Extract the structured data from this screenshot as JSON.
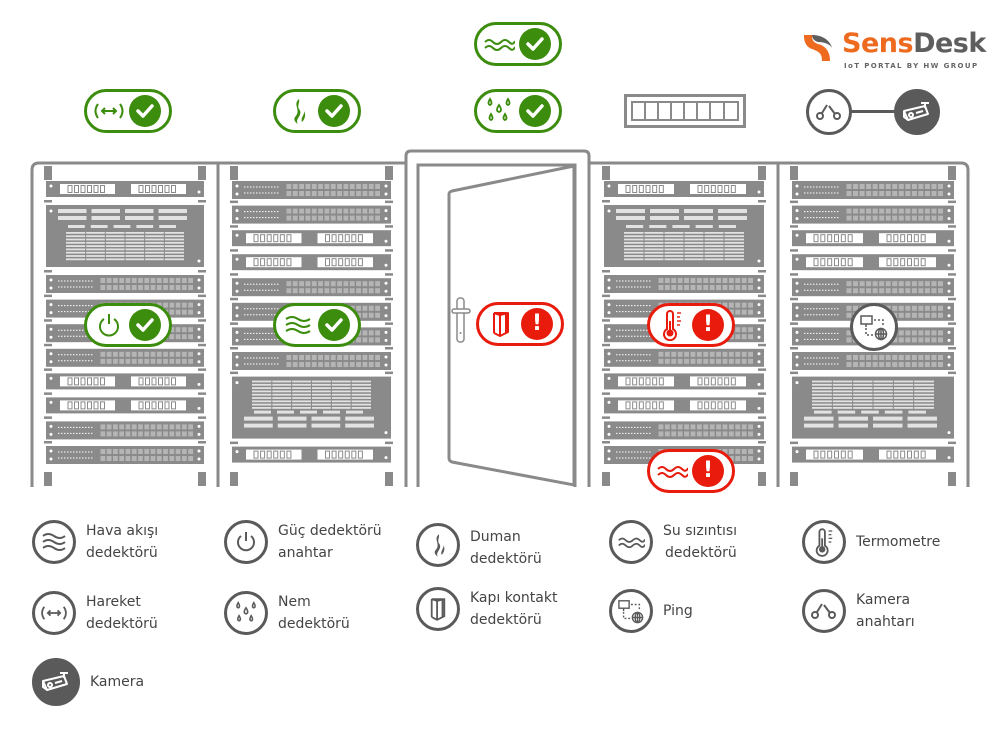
{
  "logo": {
    "name_part1": "Sens",
    "name_part2": "Desk",
    "tagline": "IoT PORTAL BY HW GROUP",
    "brand_color": "#ee6a1f"
  },
  "colors": {
    "ok": "#3c8c0e",
    "alert": "#e81b0d",
    "rack_gray": "#8a8a8a",
    "icon_gray": "#5a5a5a"
  },
  "top_sensors": [
    {
      "id": "motion",
      "icon": "motion-icon",
      "status": "ok"
    },
    {
      "id": "smoke",
      "icon": "smoke-icon",
      "status": "ok"
    },
    {
      "id": "water-leak",
      "icon": "water-leak-icon",
      "status": "ok"
    },
    {
      "id": "humidity",
      "icon": "humidity-icon",
      "status": "ok"
    },
    {
      "id": "camera-switch",
      "icon": "camera-switch-icon",
      "status": "connected",
      "linked_to": "camera"
    }
  ],
  "rack_sensors": [
    {
      "id": "power",
      "location": "rack-1",
      "icon": "power-icon",
      "status": "ok"
    },
    {
      "id": "airflow",
      "location": "rack-2",
      "icon": "airflow-icon",
      "status": "ok"
    },
    {
      "id": "door-contact",
      "location": "door",
      "icon": "door-icon",
      "status": "alert"
    },
    {
      "id": "thermometer",
      "location": "rack-4",
      "icon": "thermometer-icon",
      "status": "alert"
    },
    {
      "id": "water-leak-floor",
      "location": "rack-4",
      "icon": "water-leak-icon",
      "status": "alert"
    },
    {
      "id": "ping",
      "location": "rack-5",
      "icon": "ping-icon",
      "status": "neutral"
    }
  ],
  "legend": [
    {
      "icon": "airflow-icon",
      "line1": "Hava akışı",
      "line2": "dedektörü"
    },
    {
      "icon": "power-icon",
      "line1": "Güç dedektörü",
      "line2": "anahtar"
    },
    {
      "icon": "smoke-icon",
      "line1": "Duman",
      "line2": "dedektörü"
    },
    {
      "icon": "water-leak-icon",
      "line1": "Su sızıntısı",
      "line2": "dedektörü"
    },
    {
      "icon": "thermometer-icon",
      "line1": "Termometre",
      "line2": ""
    },
    {
      "icon": "motion-icon",
      "line1": "Hareket",
      "line2": "dedektörü"
    },
    {
      "icon": "humidity-icon",
      "line1": "Nem",
      "line2": "dedektörü"
    },
    {
      "icon": "door-icon",
      "line1": "Kapı kontakt",
      "line2": "dedektörü"
    },
    {
      "icon": "ping-icon",
      "line1": "Ping",
      "line2": ""
    },
    {
      "icon": "camera-switch-icon",
      "line1": "Kamera",
      "line2": "anahtarı"
    },
    {
      "icon": "camera-icon",
      "line1": "Kamera",
      "line2": ""
    }
  ]
}
